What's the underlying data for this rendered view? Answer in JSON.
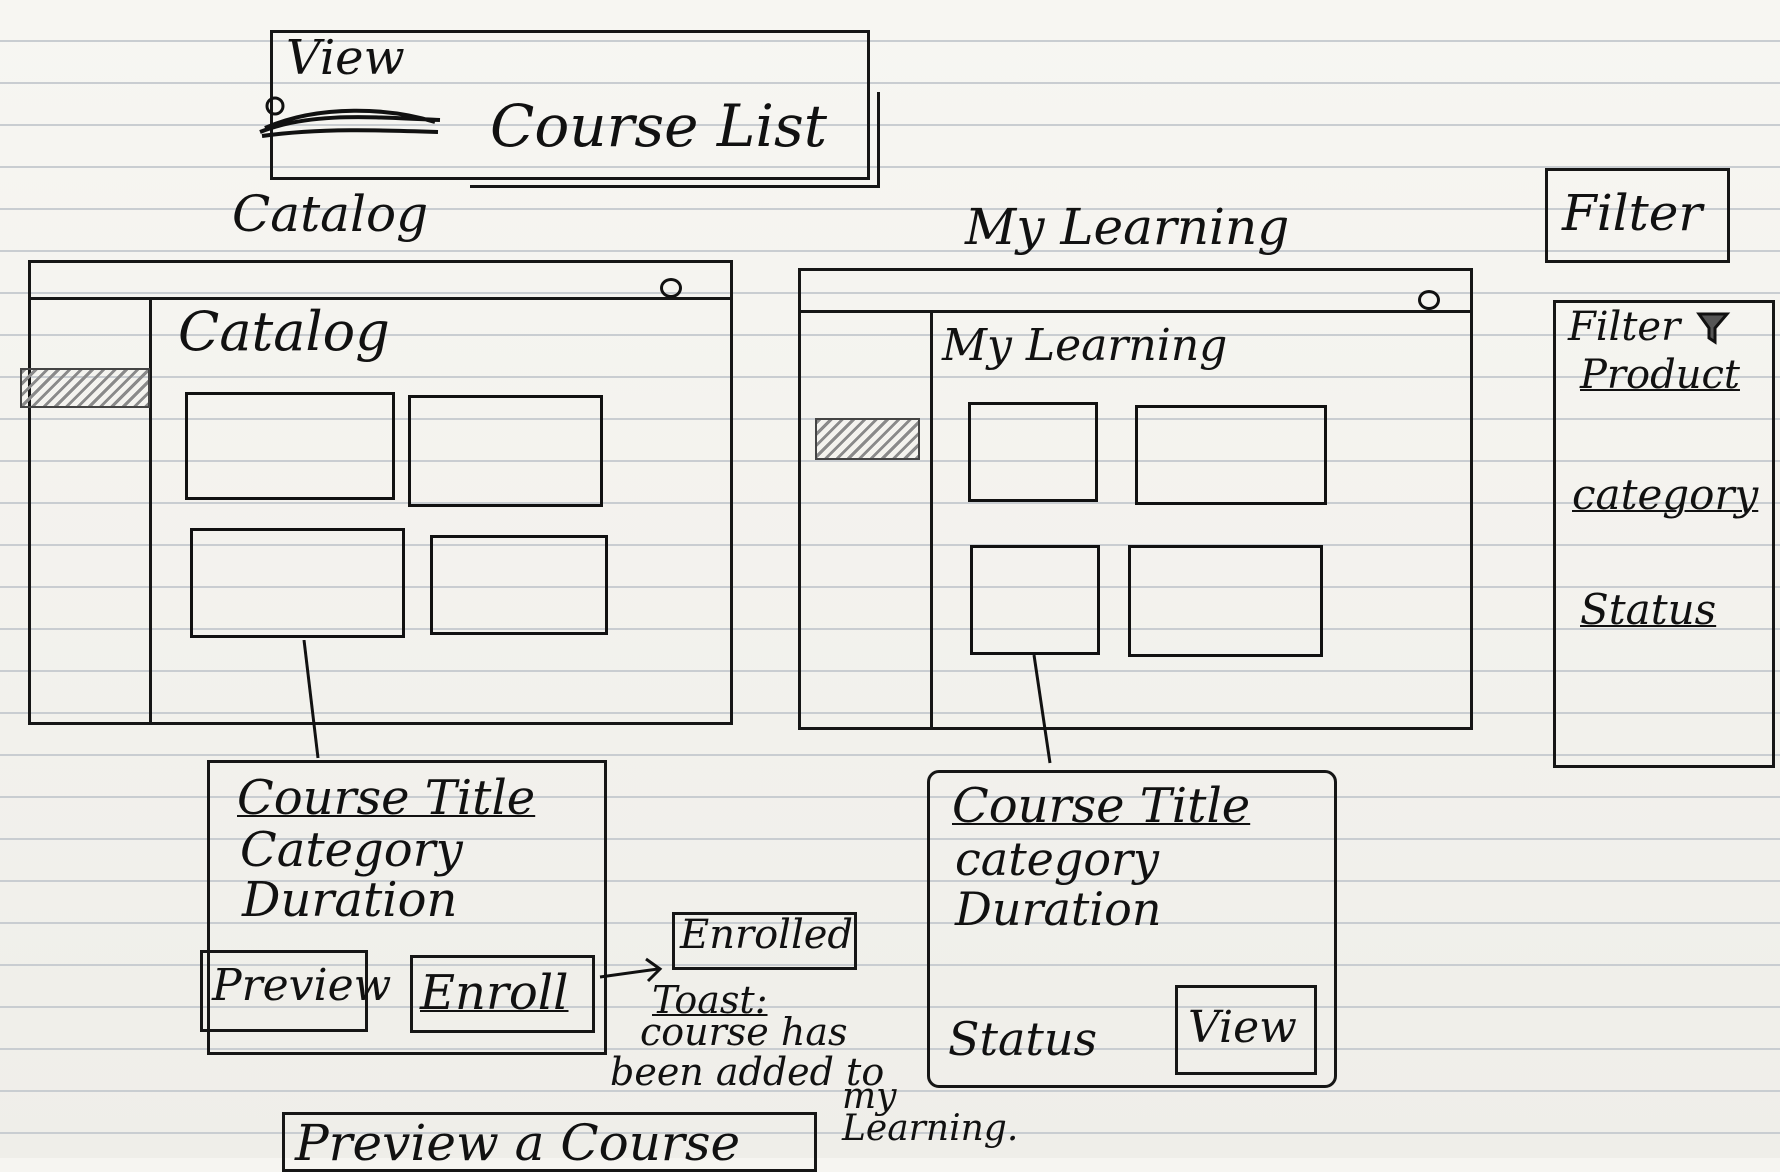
{
  "top_tabs": {
    "view": "View",
    "course_list": "Course List"
  },
  "catalog": {
    "heading": "Catalog",
    "panel_title": "Catalog",
    "card": {
      "title": "Course Title",
      "category": "Category",
      "duration": "Duration",
      "preview_button": "Preview",
      "enroll_button": "Enroll"
    },
    "enrolled_label": "Enrolled",
    "toast": {
      "label": "Toast:",
      "lines": [
        "course has",
        "been added to",
        "my",
        "Learning."
      ]
    },
    "bottom_cut_label": "Preview a Course"
  },
  "my_learning": {
    "heading": "My Learning",
    "panel_title": "My Learning",
    "card": {
      "title": "Course Title",
      "category": "category",
      "duration": "Duration",
      "status": "Status",
      "view_button": "View"
    }
  },
  "filter_panel": {
    "button": "Filter",
    "title": "Filter",
    "items": [
      "Product",
      "category",
      "Status"
    ]
  }
}
